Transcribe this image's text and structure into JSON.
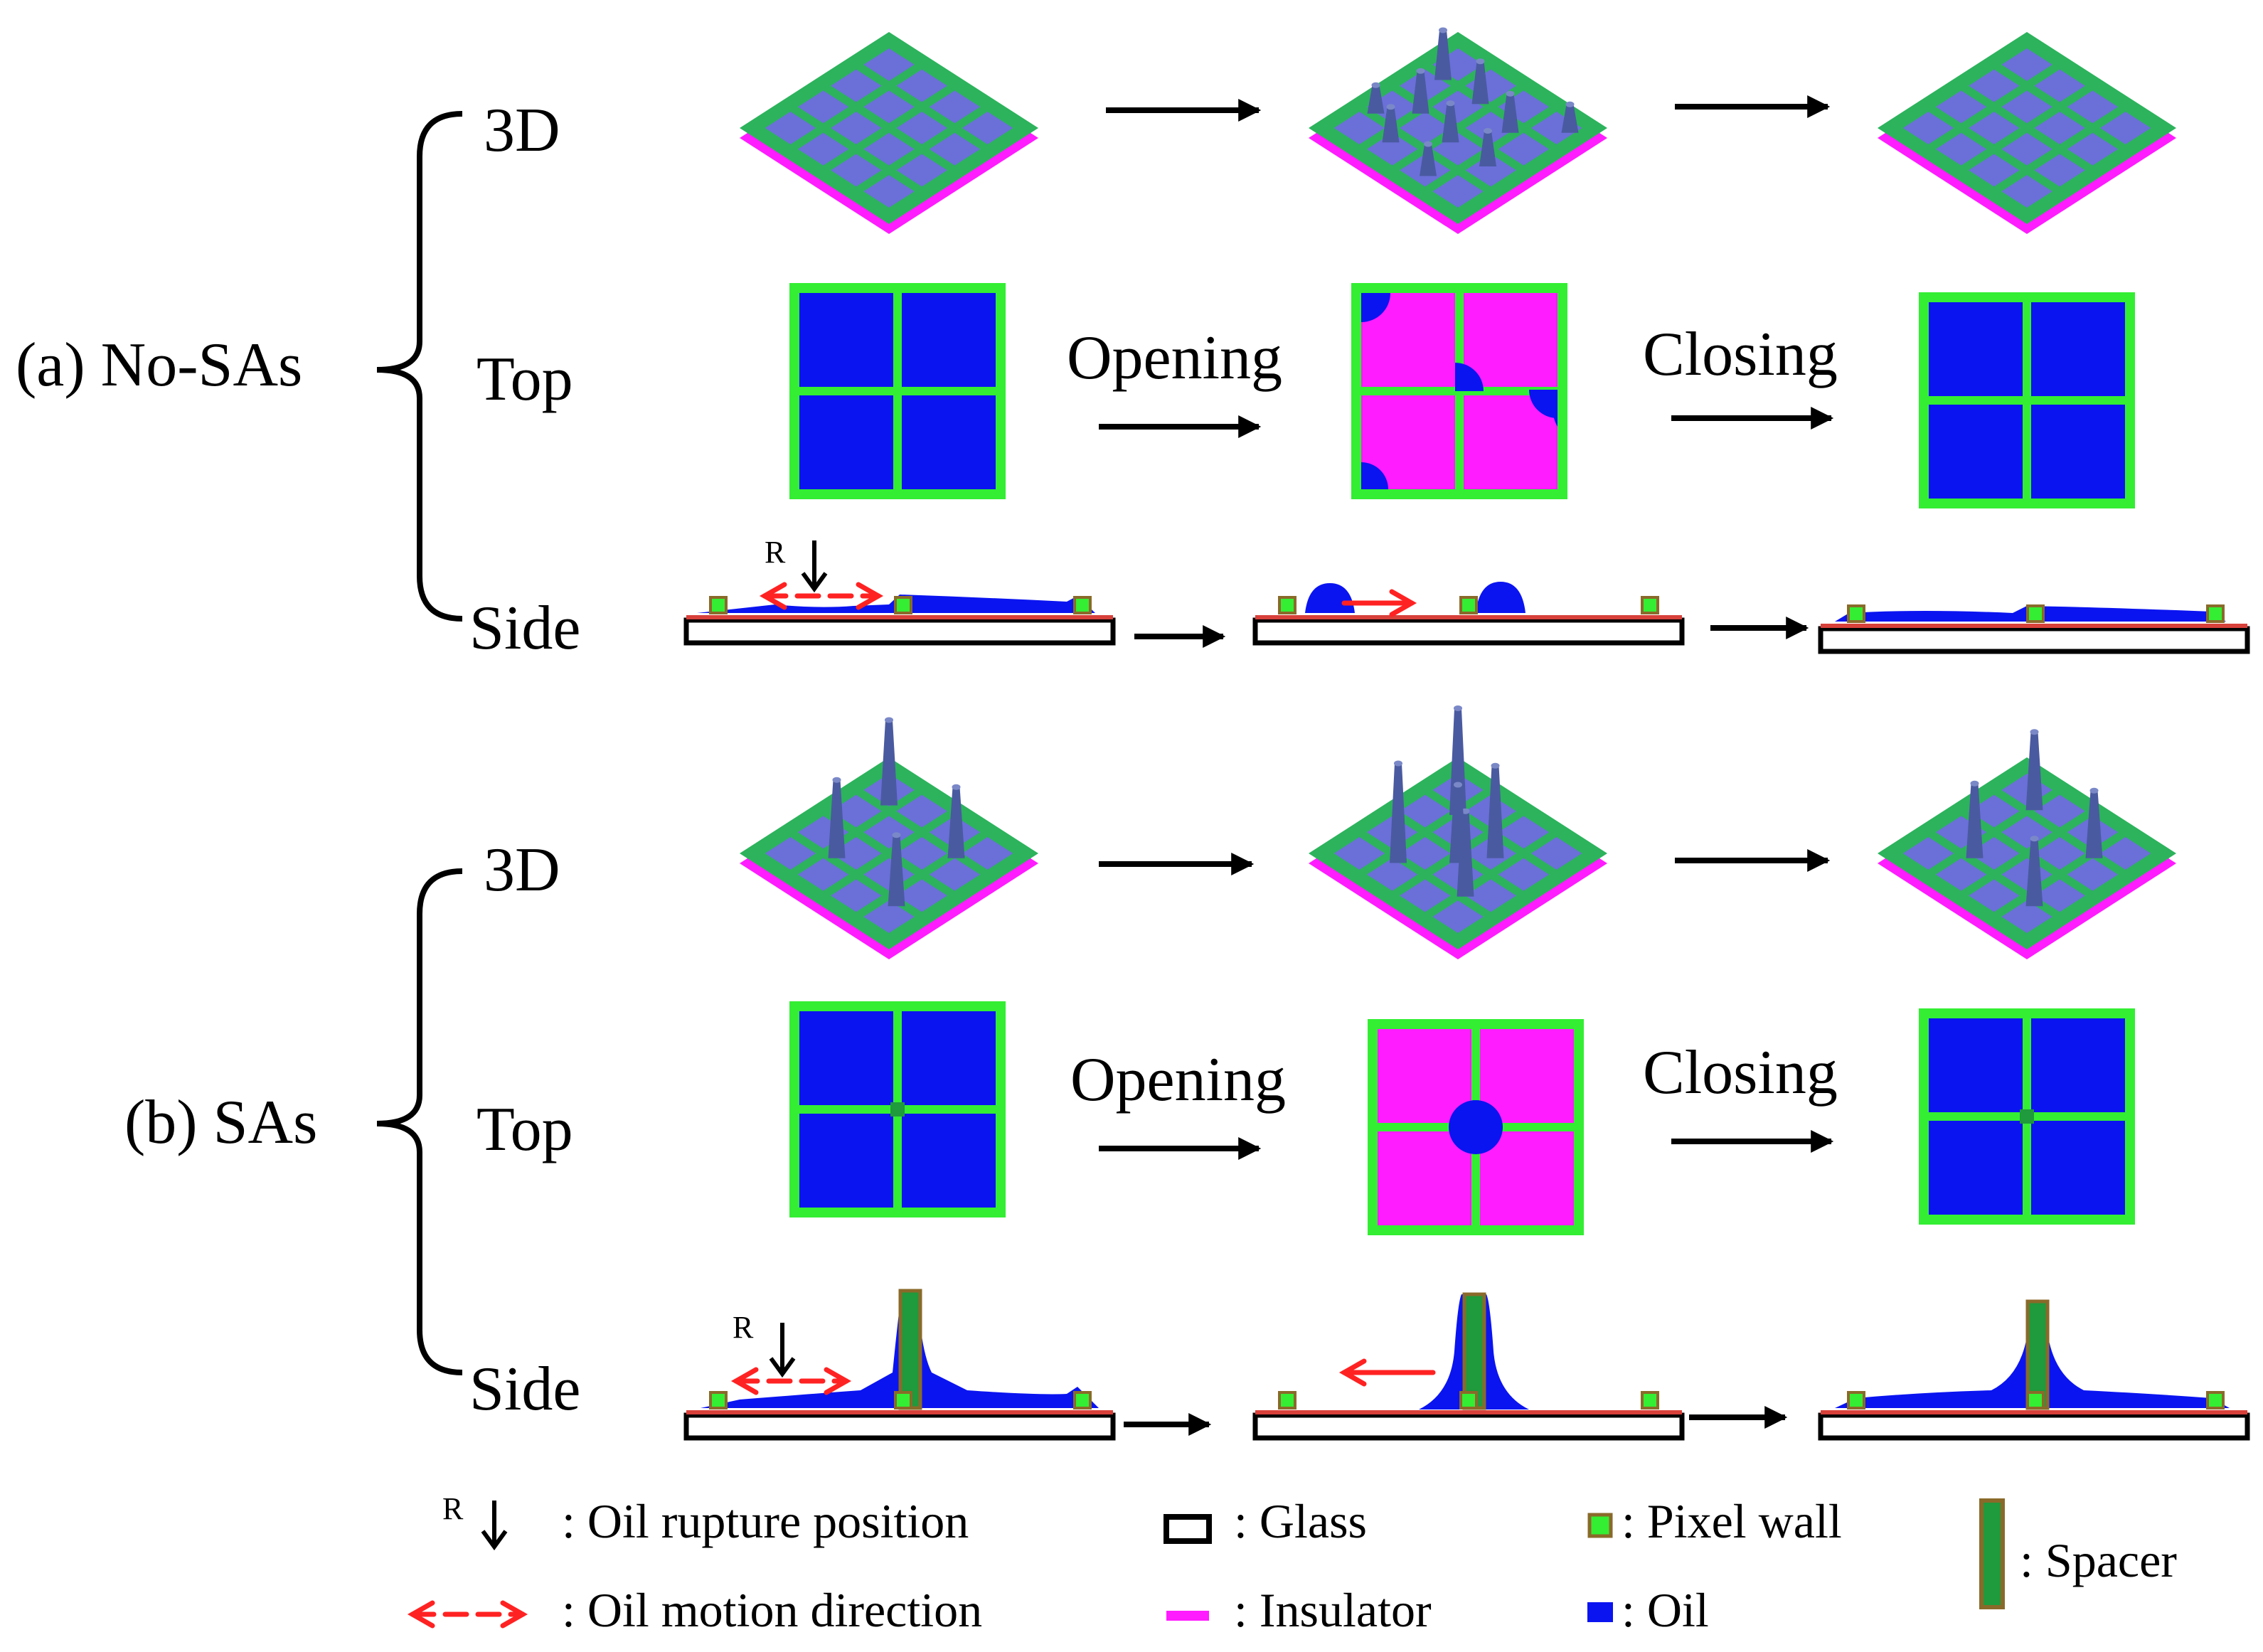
{
  "sections": [
    {
      "label": "(a)  No-SAs",
      "rows": {
        "r3d": "3D",
        "top": "Top",
        "side": "Side"
      },
      "opening": "Opening",
      "closing": "Closing",
      "rupture_letter": "R"
    },
    {
      "label": "(b)  SAs",
      "rows": {
        "r3d": "3D",
        "top": "Top",
        "side": "Side"
      },
      "opening": "Opening",
      "closing": "Closing",
      "rupture_letter": "R"
    }
  ],
  "legend": {
    "rupture_letter": "R",
    "rupture": ": Oil rupture position",
    "motion": ": Oil motion direction",
    "glass": ": Glass",
    "insulator": ": Insulator",
    "pixel_wall": ": Pixel wall",
    "oil": ": Oil",
    "spacer": ": Spacer"
  },
  "colors": {
    "oil": "#0a14f0",
    "insulator": "#ff1cff",
    "pixel_wall": "#33ee33",
    "spacer": "#1f9a3c",
    "spacer_border": "#8a6a2a",
    "motion_arrow": "#ff2222",
    "glass_border": "#000000",
    "substrate_line": "#d8403a",
    "grid_3d": "#2cb35c",
    "cell_3d": "#6a70d8",
    "pillar": "#4a5aa0"
  }
}
